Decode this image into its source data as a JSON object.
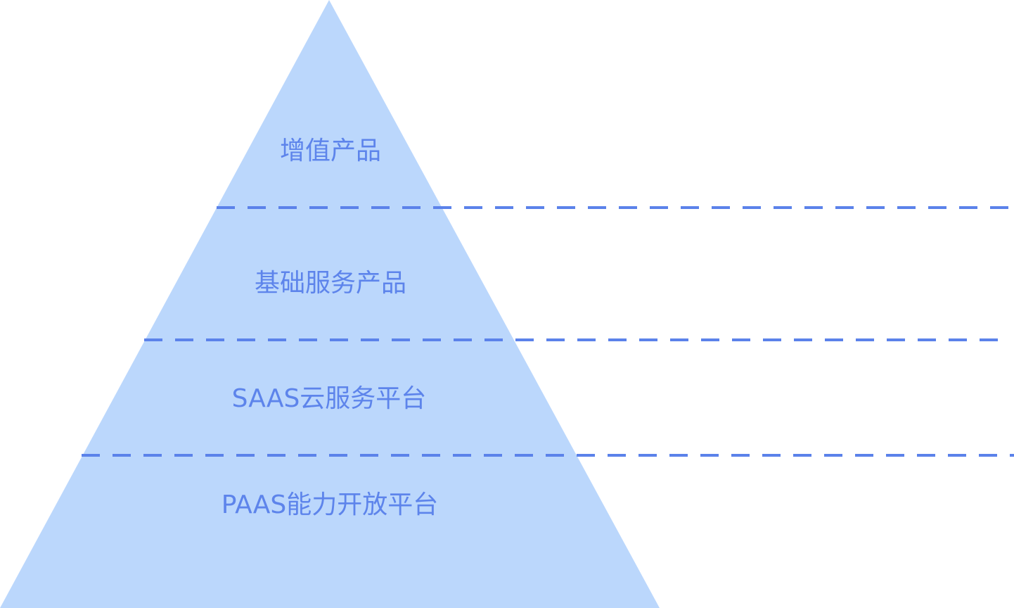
{
  "diagram": {
    "colors": {
      "pyramid_fill": "#bbd7fc",
      "divider_stroke": "#5b82ea",
      "label_text": "#5d84eb"
    },
    "tiers": [
      {
        "label": "增值产品"
      },
      {
        "label": "基础服务产品"
      },
      {
        "label": "SAAS云服务平台"
      },
      {
        "label": "PAAS能力开放平台"
      }
    ]
  }
}
